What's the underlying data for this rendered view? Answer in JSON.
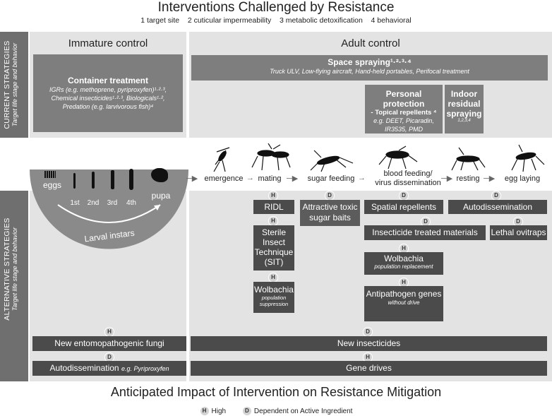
{
  "title": "Interventions Challenged by Resistance",
  "subtitle": "1 target site    2 cuticular impermeability    3 metabolic detoxification    4 behavioral",
  "current_label": {
    "line1": "CURRENT STRATEGIES",
    "line2": "Target life stage and behavior"
  },
  "alternative_label": {
    "line1": "ALTERNATIVE STRATEGIES",
    "line2": "Target life stage and behavior"
  },
  "immature": {
    "heading": "Immature control",
    "container": {
      "title": "Container treatment",
      "lines": [
        "IGRs (e.g. methoprene, pyriproxyfen)¹·²·³,",
        "Chemical insecticides¹·²·³, Biologicals¹·²,",
        "Predation (e.g. larvivorous fish)⁴"
      ]
    }
  },
  "adult": {
    "heading": "Adult control",
    "space": {
      "title": "Space spraying¹·²·³·⁴",
      "desc": "Truck ULV, Low-flying aircraft, Hand-held portables, Perifocal treatment"
    },
    "personal": {
      "title1": "Personal protection",
      "title2": "- Topical repellents ⁴",
      "desc1": "e.g. DEET, Picaradin,",
      "desc2": "IR3535, PMD"
    },
    "indoor": {
      "l1": "Indoor",
      "l2": "residual",
      "l3": "spraying",
      "sup": "1,2,3,4"
    }
  },
  "lifecycle": {
    "eggs": "eggs",
    "instars": [
      "1st",
      "2nd",
      "3rd",
      "4th"
    ],
    "pupa": "pupa",
    "larval": "Larval instars",
    "stages": [
      "emergence",
      "mating",
      "sugar feeding",
      "blood feeding/",
      "virus dissemination",
      "resting",
      "egg laying"
    ]
  },
  "alternatives": {
    "ridl": "RIDL",
    "atsb": "Attractive toxic sugar baits",
    "spatial": "Spatial repellents",
    "autodissemination": "Autodissemination",
    "sit": "Sterile Insect Technique (SIT)",
    "itm": "Insecticide treated materials",
    "ovitraps": "Lethal ovitraps",
    "wolbachia_rep": {
      "title": "Wolbachia",
      "desc": "population replacement"
    },
    "wolbachia_sup": {
      "title": "Wolbachia",
      "desc": "population suppression"
    },
    "antipathogen": {
      "title": "Antipathogen genes",
      "desc": "without drive"
    },
    "fungi": "New entomopathogenic fungi",
    "new_insecticides": "New insecticides",
    "auto_imm": "Autodissemination",
    "auto_imm_eg": "e.g. Pyriproxyfen",
    "gene_drives": "Gene drives"
  },
  "badges": {
    "H": "H",
    "D": "D"
  },
  "footer": "Anticipated Impact of Intervention on Resistance Mitigation",
  "legend": {
    "high": "High",
    "dependent": "Dependent on Active Ingredient"
  },
  "colors": {
    "side": "#6f6f6f",
    "panel": "#e3e3e3",
    "box": "#7e7e7e",
    "dark": "#4b4b4b",
    "badge": "#d3d3d3"
  }
}
